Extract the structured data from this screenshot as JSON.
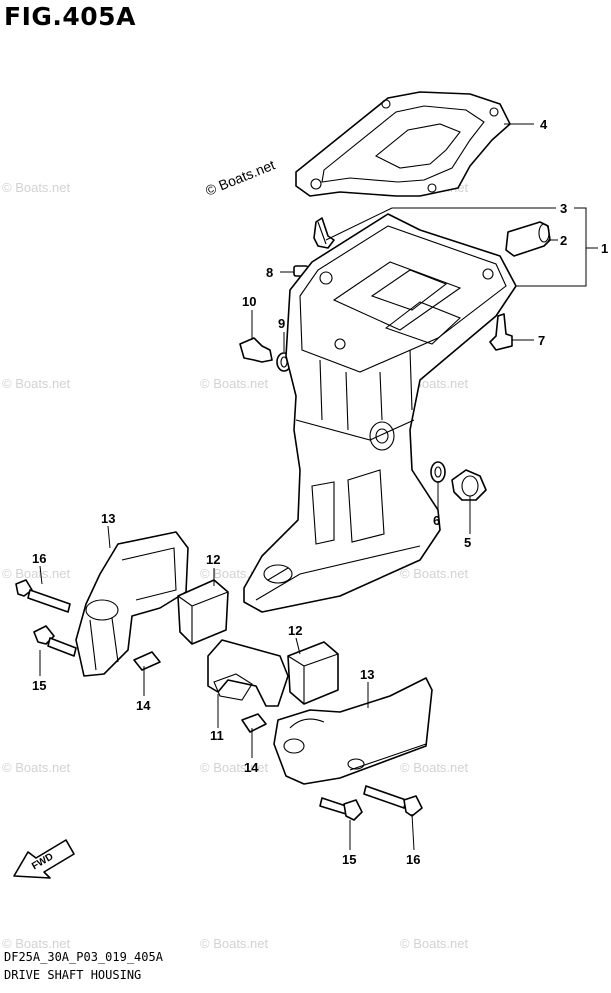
{
  "figure": {
    "title": "FIG.405A",
    "code": "DF25A_30A_P03_019_405A",
    "name": "DRIVE SHAFT HOUSING"
  },
  "watermarks": {
    "main": "© Boats.net",
    "faint": "© Boats.net"
  },
  "callouts": {
    "c1": "1",
    "c2": "2",
    "c3": "3",
    "c4": "4",
    "c5": "5",
    "c6": "6",
    "c7": "7",
    "c8": "8",
    "c9": "9",
    "c10": "10",
    "c11": "11",
    "c12a": "12",
    "c12b": "12",
    "c13a": "13",
    "c13b": "13",
    "c14a": "14",
    "c14b": "14",
    "c15a": "15",
    "c15b": "15",
    "c16a": "16",
    "c16b": "16"
  },
  "fwd_label": "FWD",
  "colors": {
    "line": "#000000",
    "watermark": "#d2d2d2",
    "background": "#ffffff"
  }
}
